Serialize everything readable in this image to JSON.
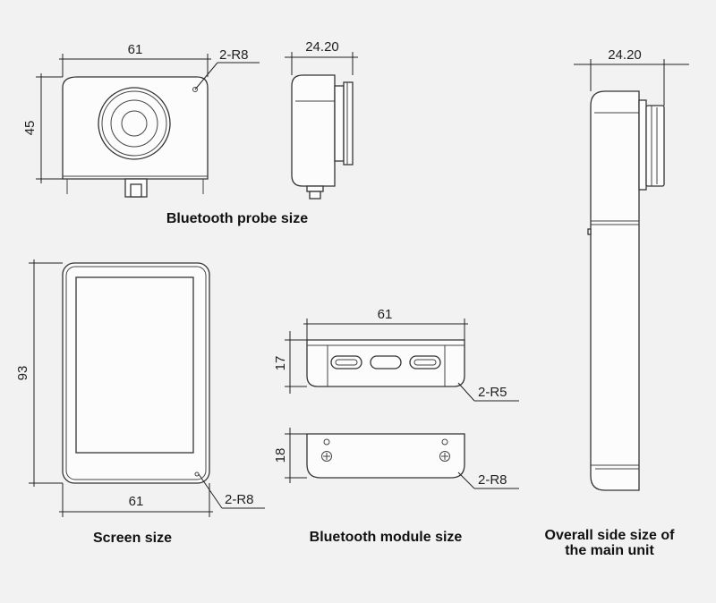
{
  "probe": {
    "width_label": "61",
    "height_label": "45",
    "radius_label": "2-R8",
    "depth_label": "24.20",
    "caption": "Bluetooth probe size"
  },
  "screen": {
    "height_label": "93",
    "width_label": "61",
    "radius_label": "2-R8",
    "caption": "Screen size"
  },
  "module": {
    "width_label": "61",
    "top_height_label": "17",
    "top_radius_label": "2-R5",
    "bottom_height_label": "18",
    "bottom_radius_label": "2-R8",
    "caption": "Bluetooth module size"
  },
  "main_unit": {
    "depth_label": "24.20",
    "caption_line1": "Overall side size of",
    "caption_line2": "the main unit"
  }
}
